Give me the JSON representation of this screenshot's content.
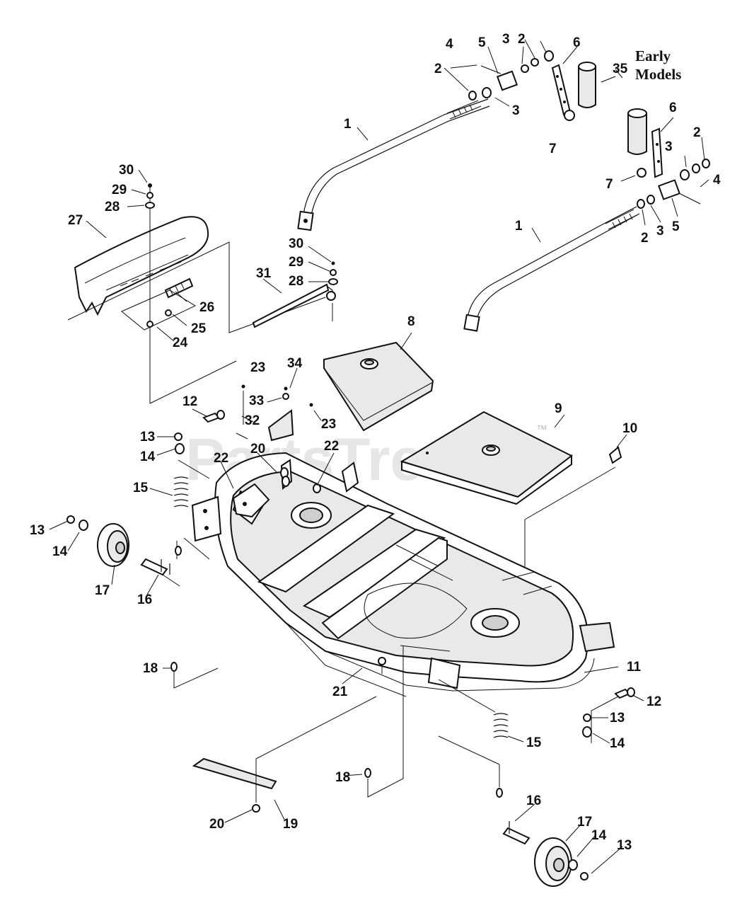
{
  "diagram": {
    "watermark": "PartsTree",
    "watermark_trademark": "™",
    "note": {
      "line1": "Early",
      "line2": "Models"
    },
    "callouts": [
      {
        "id": "c1a",
        "text": "1"
      },
      {
        "id": "c1b",
        "text": "1"
      },
      {
        "id": "c2a",
        "text": "2"
      },
      {
        "id": "c2b",
        "text": "2"
      },
      {
        "id": "c2c",
        "text": "2"
      },
      {
        "id": "c2d",
        "text": "2"
      },
      {
        "id": "c3a",
        "text": "3"
      },
      {
        "id": "c3b",
        "text": "3"
      },
      {
        "id": "c3c",
        "text": "3"
      },
      {
        "id": "c3d",
        "text": "3"
      },
      {
        "id": "c4a",
        "text": "4"
      },
      {
        "id": "c4b",
        "text": "4"
      },
      {
        "id": "c5a",
        "text": "5"
      },
      {
        "id": "c5b",
        "text": "5"
      },
      {
        "id": "c6a",
        "text": "6"
      },
      {
        "id": "c6b",
        "text": "6"
      },
      {
        "id": "c7a",
        "text": "7"
      },
      {
        "id": "c7b",
        "text": "7"
      },
      {
        "id": "c8",
        "text": "8"
      },
      {
        "id": "c9",
        "text": "9"
      },
      {
        "id": "c10",
        "text": "10"
      },
      {
        "id": "c11",
        "text": "11"
      },
      {
        "id": "c12a",
        "text": "12"
      },
      {
        "id": "c12b",
        "text": "12"
      },
      {
        "id": "c13a",
        "text": "13"
      },
      {
        "id": "c13b",
        "text": "13"
      },
      {
        "id": "c13c",
        "text": "13"
      },
      {
        "id": "c13d",
        "text": "13"
      },
      {
        "id": "c14a",
        "text": "14"
      },
      {
        "id": "c14b",
        "text": "14"
      },
      {
        "id": "c14c",
        "text": "14"
      },
      {
        "id": "c14d",
        "text": "14"
      },
      {
        "id": "c15a",
        "text": "15"
      },
      {
        "id": "c15b",
        "text": "15"
      },
      {
        "id": "c16a",
        "text": "16"
      },
      {
        "id": "c16b",
        "text": "16"
      },
      {
        "id": "c17a",
        "text": "17"
      },
      {
        "id": "c17b",
        "text": "17"
      },
      {
        "id": "c18a",
        "text": "18"
      },
      {
        "id": "c18b",
        "text": "18"
      },
      {
        "id": "c19",
        "text": "19"
      },
      {
        "id": "c20a",
        "text": "20"
      },
      {
        "id": "c20b",
        "text": "20"
      },
      {
        "id": "c21",
        "text": "21"
      },
      {
        "id": "c22a",
        "text": "22"
      },
      {
        "id": "c22b",
        "text": "22"
      },
      {
        "id": "c23a",
        "text": "23"
      },
      {
        "id": "c23b",
        "text": "23"
      },
      {
        "id": "c24",
        "text": "24"
      },
      {
        "id": "c25",
        "text": "25"
      },
      {
        "id": "c26",
        "text": "26"
      },
      {
        "id": "c27",
        "text": "27"
      },
      {
        "id": "c28a",
        "text": "28"
      },
      {
        "id": "c28b",
        "text": "28"
      },
      {
        "id": "c29a",
        "text": "29"
      },
      {
        "id": "c29b",
        "text": "29"
      },
      {
        "id": "c30a",
        "text": "30"
      },
      {
        "id": "c30b",
        "text": "30"
      },
      {
        "id": "c31",
        "text": "31"
      },
      {
        "id": "c32",
        "text": "32"
      },
      {
        "id": "c33",
        "text": "33"
      },
      {
        "id": "c34",
        "text": "34"
      },
      {
        "id": "c35",
        "text": "35"
      }
    ]
  }
}
